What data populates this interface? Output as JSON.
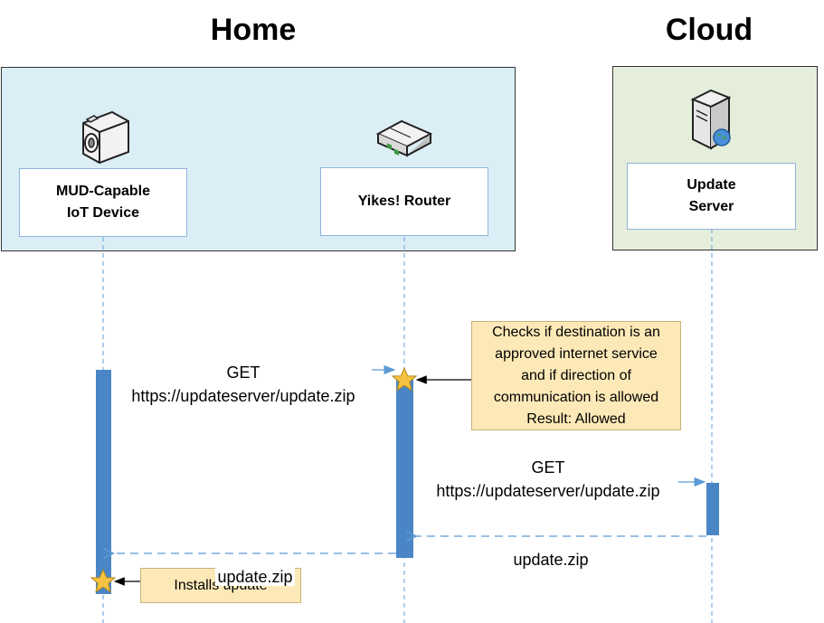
{
  "zones": {
    "home_title": "Home",
    "cloud_title": "Cloud",
    "home_color": "#dbeef5",
    "cloud_color": "#e5eedb"
  },
  "actors": {
    "iot_device": "MUD-Capable\nIoT Device",
    "router": "Yikes! Router",
    "update_server": "Update\nServer"
  },
  "icons": {
    "iot_device": "camera-icon",
    "router": "router-icon",
    "update_server": "server-icon"
  },
  "notes": {
    "router_check": "Checks if destination is an\napproved internet service\nand if direction of\ncommunication is allowed\nResult: Allowed",
    "install": "Installs update"
  },
  "messages": {
    "get_device_to_router": "GET\nhttps://updateserver/update.zip",
    "get_router_to_server": "GET\nhttps://updateserver/update.zip",
    "reply_server_to_router": "update.zip",
    "reply_router_to_device": "update.zip"
  },
  "colors": {
    "activation": "#4a86c5",
    "lifeline": "#7aaede",
    "arrow": "#5b9bd5",
    "star": "#f5c242",
    "note_fill": "#fde9b8"
  }
}
